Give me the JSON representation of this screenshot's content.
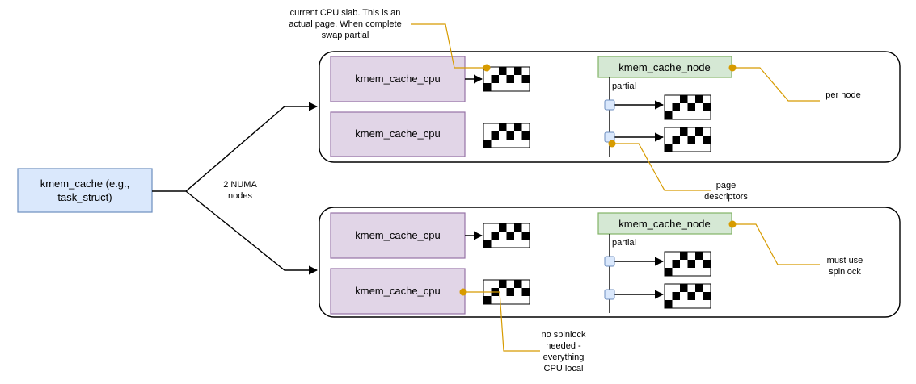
{
  "root": {
    "line1": "kmem_cache (e.g.,",
    "line2": "task_struct)"
  },
  "numa_label": {
    "line1": "2 NUMA",
    "line2": "nodes"
  },
  "node1": {
    "cpus": [
      "kmem_cache_cpu",
      "kmem_cache_cpu"
    ],
    "node_label": "kmem_cache_node",
    "partial_label": "partial"
  },
  "node2": {
    "cpus": [
      "kmem_cache_cpu",
      "kmem_cache_cpu"
    ],
    "node_label": "kmem_cache_node",
    "partial_label": "partial"
  },
  "annotations": {
    "cpu_slab": [
      "current CPU slab. This is an",
      "actual page. When complete",
      "swap partial"
    ],
    "per_node": [
      "per node"
    ],
    "page_descriptors": [
      "page",
      "descriptors"
    ],
    "spinlock": [
      "must use",
      "spinlock"
    ],
    "no_spinlock": [
      "no spinlock",
      "needed -",
      "everything",
      "CPU local"
    ]
  },
  "colors": {
    "root_fill": "#dae8fc",
    "root_stroke": "#6c8ebf",
    "cpu_fill": "#e1d5e7",
    "cpu_stroke": "#9673a6",
    "node_fill": "#d5e8d4",
    "node_stroke": "#82b366",
    "callout": "#d79b00",
    "descriptor_fill": "#dae8fc"
  }
}
